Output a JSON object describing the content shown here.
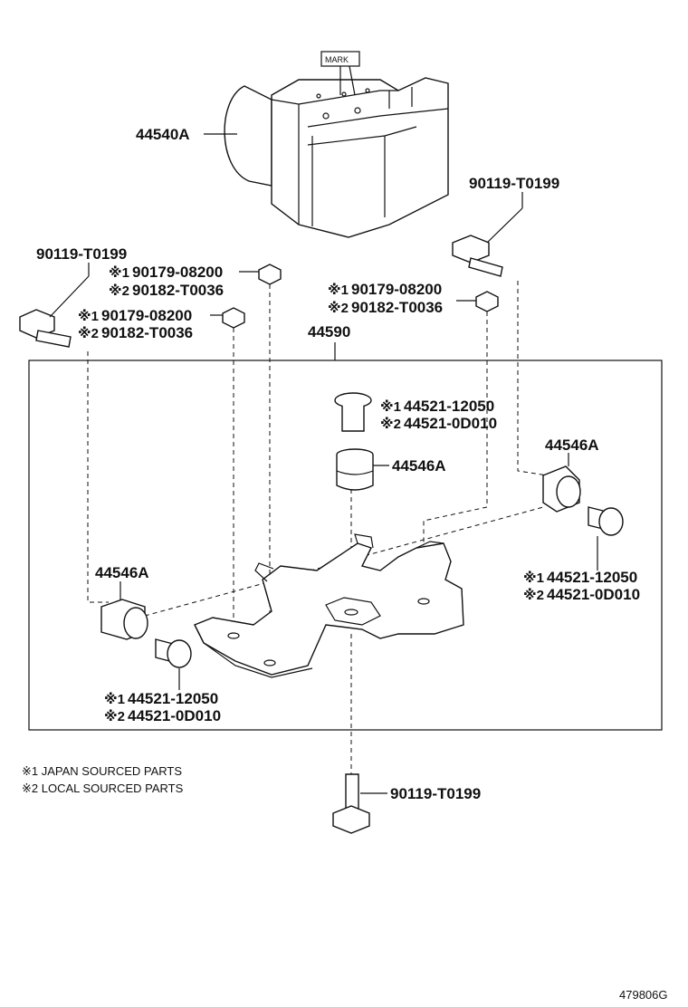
{
  "parts": {
    "abs_actuator": "44540A",
    "mark": "MARK",
    "bolt_top_right": "90119-T0199",
    "bolt_top_left": "90119-T0199",
    "bolt_bottom": "90119-T0199",
    "bracket_assy": "44590",
    "cushion_top": "44546A",
    "cushion_right": "44546A",
    "cushion_left": "44546A",
    "nut_a_line1_mark": "※1",
    "nut_a_line1": "90179-08200",
    "nut_a_line2_mark": "※2",
    "nut_a_line2": "90182-T0036",
    "nut_b_line1_mark": "※1",
    "nut_b_line1": "90179-08200",
    "nut_b_line2_mark": "※2",
    "nut_b_line2": "90182-T0036",
    "nut_c_line1_mark": "※1",
    "nut_c_line1": "90179-08200",
    "nut_c_line2_mark": "※2",
    "nut_c_line2": "90182-T0036",
    "collar_top_line1_mark": "※1",
    "collar_top_line1": "44521-12050",
    "collar_top_line2_mark": "※2",
    "collar_top_line2": "44521-0D010",
    "collar_right_line1_mark": "※1",
    "collar_right_line1": "44521-12050",
    "collar_right_line2_mark": "※2",
    "collar_right_line2": "44521-0D010",
    "collar_left_line1_mark": "※1",
    "collar_left_line1": "44521-12050",
    "collar_left_line2_mark": "※2",
    "collar_left_line2": "44521-0D010"
  },
  "notes": {
    "note1": "※1 JAPAN SOURCED PARTS",
    "note2": "※2 LOCAL SOURCED PARTS"
  },
  "figure_id": "479806G"
}
